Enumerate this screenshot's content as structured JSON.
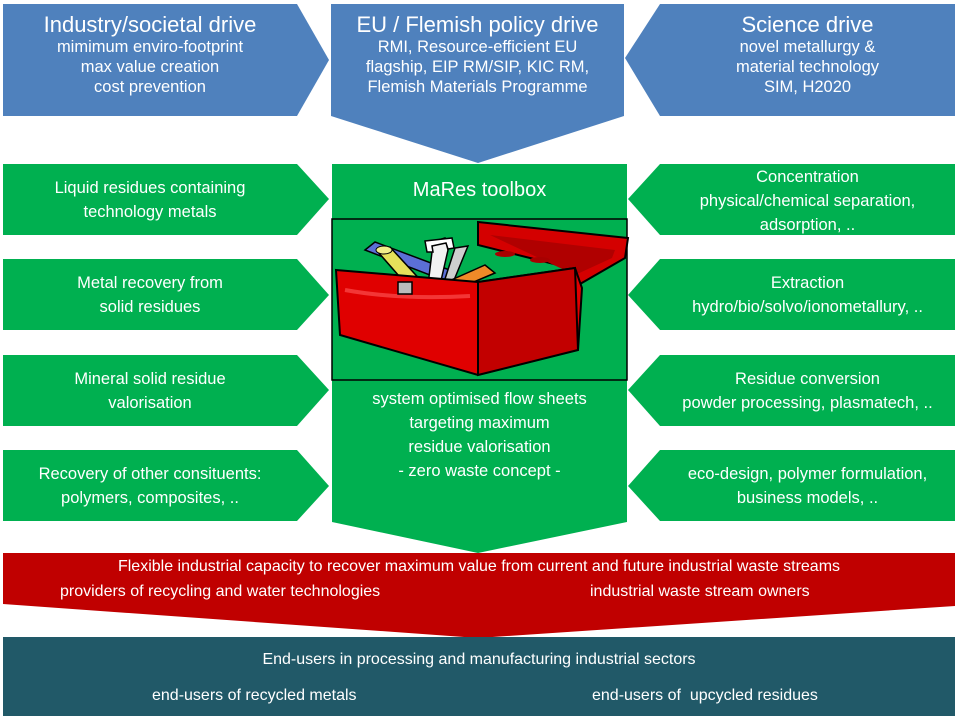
{
  "colors": {
    "blue": "#4f81bd",
    "green": "#00b050",
    "red": "#c00000",
    "teal": "#215968",
    "white": "#ffffff"
  },
  "drivers": {
    "industry": {
      "title": "Industry/societal drive",
      "lines": [
        "mimimum enviro-footprint",
        "max value creation",
        "cost prevention"
      ]
    },
    "policy": {
      "title": "EU / Flemish policy drive",
      "lines": [
        "RMI, Resource-efficient EU",
        "flagship, EIP RM/SIP,  KIC RM,",
        "Flemish Materials Programme"
      ]
    },
    "science": {
      "title": "Science drive",
      "lines": [
        "novel metallurgy &",
        "material technology",
        "SIM, H2020"
      ]
    }
  },
  "inputs_left": [
    {
      "lines": [
        "Liquid residues containing",
        "technology metals"
      ]
    },
    {
      "lines": [
        "Metal recovery from",
        "solid residues"
      ]
    },
    {
      "lines": [
        "Mineral solid residue",
        "valorisation"
      ]
    },
    {
      "lines": [
        "Recovery of other consituents:",
        "polymers, composites, .."
      ]
    }
  ],
  "inputs_right": [
    {
      "lines": [
        "Concentration",
        "physical/chemical separation,",
        "adsorption, .."
      ]
    },
    {
      "lines": [
        "Extraction",
        "hydro/bio/solvo/ionometallury, .."
      ]
    },
    {
      "lines": [
        "Residue conversion",
        "powder processing, plasmatech, .."
      ]
    },
    {
      "lines": [
        "eco-design, polymer formulation,",
        "business models, .."
      ]
    }
  ],
  "toolbox": {
    "title": "MaRes toolbox",
    "image": "toolbox-illustration",
    "lines": [
      "system optimised flow sheets",
      "targeting maximum",
      "residue valorisation",
      " - zero waste concept -"
    ]
  },
  "capacity": {
    "headline": "Flexible industrial capacity to recover maximum value from current and future industrial waste streams",
    "left": "providers of recycling and water technologies",
    "right": "industrial waste stream owners"
  },
  "end_users": {
    "headline": "End-users in processing and manufacturing industrial sectors",
    "left": "end-users of recycled metals",
    "right": "end-users of  upcycled residues"
  }
}
